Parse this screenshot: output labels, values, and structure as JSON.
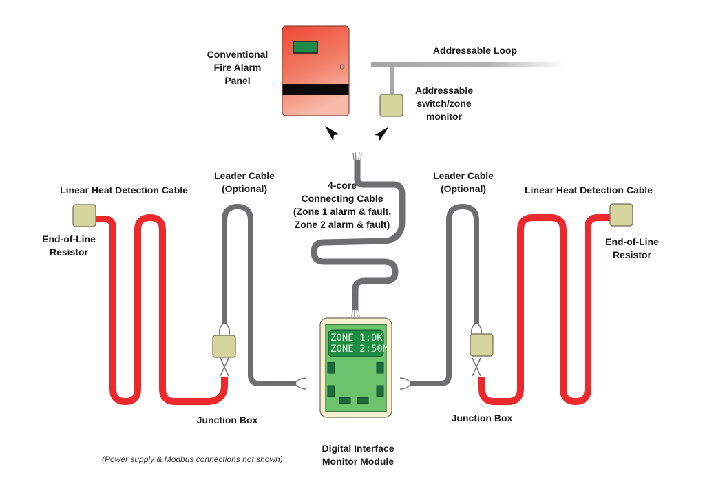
{
  "title": "Linear Heat Detection wiring diagram with Digital Interface Monitor Module",
  "colors": {
    "heat_cable": "#ec2a2e",
    "leader_cable": "#6e6e70",
    "box_fill": "#d6d59e",
    "box_stroke": "#6b6b50",
    "panel_top": "#ef4a36",
    "panel_bottom": "#f6b3a2",
    "panel_window": "#1d8a4a",
    "module_border": "#f6efcc",
    "module_body": "#6cc36b",
    "module_screen": "#1f8c45",
    "module_led": "#1b6b3c",
    "loop_line": "#a8a8a8"
  },
  "labels": {
    "panel": [
      "Conventional",
      "Fire Alarm",
      "Panel"
    ],
    "addressable_loop": "Addressable Loop",
    "zone_monitor": [
      "Addressable",
      "switch/zone",
      "monitor"
    ],
    "connecting_cable": [
      "4-core",
      "Connecting Cable",
      "(Zone 1 alarm & fault,",
      "Zone 2 alarm & fault)"
    ],
    "left_lhd": "Linear Heat Detection Cable",
    "right_lhd": "Linear Heat Detection Cable",
    "left_leader": [
      "Leader Cable",
      "(Optional)"
    ],
    "right_leader": [
      "Leader Cable",
      "(Optional)"
    ],
    "left_eol": [
      "End-of-Line",
      "Resistor"
    ],
    "right_eol": [
      "End-of-Line",
      "Resistor"
    ],
    "left_junction": "Junction Box",
    "right_junction": "Junction Box",
    "module": [
      "Digital Interface",
      "Monitor Module"
    ],
    "footnote": "(Power supply & Modbus connections not shown)"
  },
  "module_display": {
    "line1": "ZONE 1:OK",
    "line2": "ZONE 2:50M"
  }
}
